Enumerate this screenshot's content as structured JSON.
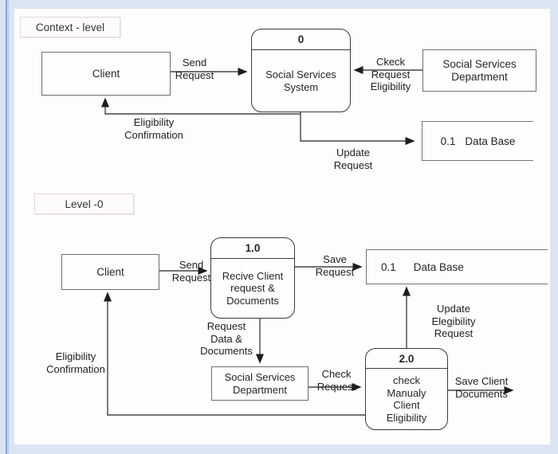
{
  "colors": {
    "page_bg": "#dbe5f2",
    "canvas_bg": "#fdfdfd",
    "accent_line": "#7aa3d6",
    "wire_line": "#454545",
    "box_border": "#6f6f6f",
    "process_border": "#3a3a3a"
  },
  "context": {
    "section_label": "Context - level",
    "client": "Client",
    "process": {
      "number": "0",
      "name": "Social Services\nSystem"
    },
    "department": "Social Services\nDepartment",
    "datastore": {
      "id": "0.1",
      "name": "Data Base"
    },
    "flows": {
      "send_request": "Send\nRequest",
      "check_request_eligibility": "Ckeck\nRequest\nEligibility",
      "eligibility_confirmation": "Eligibility\nConfirmation",
      "update_request": "Update\nRequest"
    }
  },
  "level0": {
    "section_label": "Level -0",
    "client": "Client",
    "process1": {
      "number": "1.0",
      "name": "Recive Client\nrequest &\nDocuments"
    },
    "process2": {
      "number": "2.0",
      "name": "check\nManualy\nClient\nEligibility"
    },
    "department": "Social Services\nDepartment",
    "datastore": {
      "id": "0.1",
      "name": "Data Base"
    },
    "flows": {
      "send_request": "Send\nRequest",
      "save_request": "Save\nRequest",
      "update_elegibility_request": "Update\nElegibility\nRequest",
      "request_data_documents": "Request\nData &\nDocuments",
      "check_request": "Check\nRequest",
      "save_client_documents": "Save Client\nDocuments",
      "eligibility_confirmation": "Eligibility\nConfirmation"
    }
  }
}
